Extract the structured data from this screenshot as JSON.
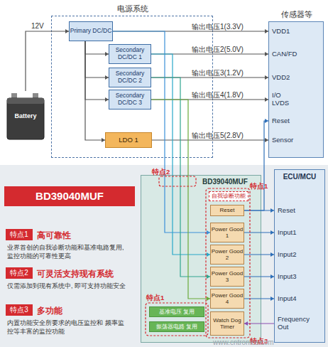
{
  "diagram": {
    "nodes": [
      {
        "text": [
          "电源系统"
        ]
      },
      {
        "text": [
          "Primary DC/DC"
        ],
        "in": 0
      },
      {
        "text": [
          "Secondary DC/DC 1"
        ],
        "in": 0
      },
      {
        "text": [
          "Secondary DC/DC 2"
        ],
        "in": 0
      },
      {
        "text": [
          "Secondary DC/DC 3"
        ],
        "in": 0
      },
      {
        "text": [
          "LDO 1"
        ],
        "in": 0
      },
      {
        "text": [
          "Battery"
        ]
      },
      {
        "text": [
          "传感器等",
          "VDD1",
          "CAN/FD",
          "VDD2",
          "I/O LVDS",
          "Reset",
          "Sensor"
        ]
      },
      {
        "text": [
          "ECU/MCU",
          "Reset",
          "Input1",
          "Input2",
          "Input3",
          "Input4",
          "Frequency Out"
        ]
      },
      {
        "text": [
          "BD39040MUF"
        ]
      },
      {
        "text": [
          "自我诊断功能"
        ],
        "in": 9
      },
      {
        "text": [
          "Reset"
        ],
        "in": 9
      },
      {
        "text": [
          "Power Good 1"
        ],
        "in": 9
      },
      {
        "text": [
          "Power Good 2"
        ],
        "in": 9
      },
      {
        "text": [
          "Power Good 3"
        ],
        "in": 9
      },
      {
        "text": [
          "Power Good 4"
        ],
        "in": 9
      },
      {
        "text": [
          "Watch Dog Timer"
        ],
        "in": 9
      },
      {
        "text": [
          "基准电压 复用"
        ],
        "in": 9
      },
      {
        "text": [
          "振荡器电路 复用"
        ],
        "in": 9
      },
      {
        "text": [
          "BD39040MUF"
        ]
      },
      {
        "text": [
          "特点1"
        ]
      },
      {
        "text": [
          "特点2"
        ]
      },
      {
        "text": [
          "特点3"
        ]
      }
    ],
    "edges": [
      {
        "from": 6,
        "to": 1,
        "label": "12V",
        "arrow": "to"
      },
      {
        "from": 1,
        "to": 2,
        "arrow": "to"
      },
      {
        "from": 1,
        "to": 3,
        "arrow": "to"
      },
      {
        "from": 1,
        "to": 4,
        "arrow": "to"
      },
      {
        "from": 1,
        "to": 5,
        "arrow": "to"
      },
      {
        "from": 1,
        "to": 7,
        "label": "输出电压1(3.3V)",
        "arrow": "to"
      },
      {
        "from": 2,
        "to": 7,
        "label": "输出电压2(5.0V)",
        "arrow": "to"
      },
      {
        "from": 3,
        "to": 7,
        "label": "输出电压3(1.2V)",
        "arrow": "to"
      },
      {
        "from": 4,
        "to": 7,
        "label": "输出电压4(1.8V)",
        "arrow": "to"
      },
      {
        "from": 5,
        "to": 7,
        "label": "输出电压5(2.8V)",
        "arrow": "to"
      },
      {
        "from": 11,
        "to": 7,
        "arrow": "to"
      },
      {
        "from": 11,
        "to": 8,
        "arrow": "to"
      },
      {
        "from": 12,
        "to": 8,
        "arrow": "to"
      },
      {
        "from": 13,
        "to": 8,
        "arrow": "to"
      },
      {
        "from": 14,
        "to": 8,
        "arrow": "to"
      },
      {
        "from": 15,
        "to": 8,
        "arrow": "to"
      },
      {
        "from": 8,
        "to": 16,
        "arrow": "to"
      },
      {
        "from": 1,
        "to": 12,
        "arrow": "to"
      },
      {
        "from": 2,
        "to": 13,
        "arrow": "to"
      },
      {
        "from": 3,
        "to": 14,
        "arrow": "to"
      },
      {
        "from": 4,
        "to": 15,
        "arrow": "to"
      }
    ],
    "labels": [
      "特点2",
      "特点1",
      "特点1",
      "特点3",
      "高可靠性",
      "业界首创的自我诊断功能和基准电路复用, 监控功能的可靠性更高",
      "可灵活支持现有系统",
      "仅需添加到现有系统中, 即可支持功能安全",
      "多功能",
      "内置功能安全所要求的电压监控和 频率监控等丰富的监控功能",
      "www.cntronics.com"
    ]
  }
}
